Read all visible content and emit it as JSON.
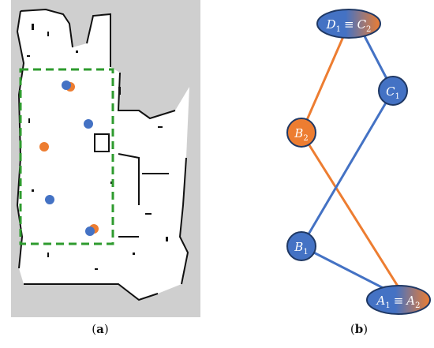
{
  "panel_a": {
    "caption_open": "(",
    "caption_letter": "a",
    "caption_close": ")"
  },
  "panel_b": {
    "caption_open": "(",
    "caption_letter": "b",
    "caption_close": ")",
    "nodes": {
      "top": {
        "main1": "D",
        "sub1": "1",
        "eq": "≡",
        "main2": "C",
        "sub2": "2"
      },
      "c1": {
        "main": "C",
        "sub": "1"
      },
      "b2": {
        "main": "B",
        "sub": "2"
      },
      "b1": {
        "main": "B",
        "sub": "1"
      },
      "bottom": {
        "main1": "A",
        "sub1": "1",
        "eq": "≡",
        "main2": "A",
        "sub2": "2"
      }
    }
  },
  "colors": {
    "blue": "#4472c4",
    "orange": "#ed7d31",
    "green_dash": "#2e9b2e",
    "map_gray": "#cfcfcf"
  }
}
